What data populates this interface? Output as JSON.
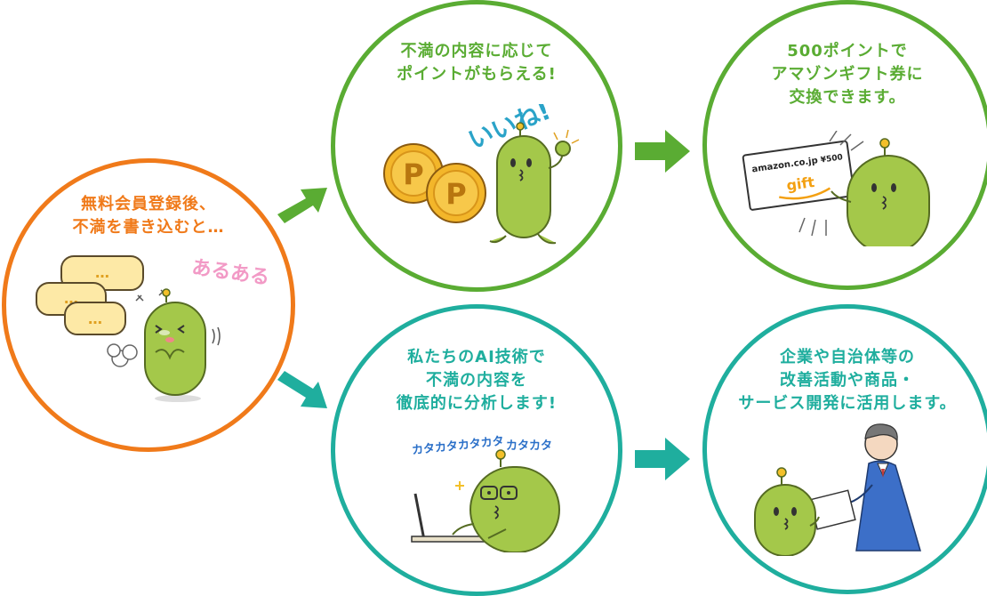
{
  "colors": {
    "orange": "#f07a1a",
    "green": "#5aac33",
    "teal": "#1fae9e",
    "mascot": "#a4c84a",
    "coin": "#f3b62a"
  },
  "steps": {
    "register": {
      "lines": [
        "無料会員登録後、",
        "不満を書き込むと…"
      ],
      "bubble_text": "…",
      "exclaim": "あるある"
    },
    "points": {
      "lines": [
        "不満の内容に応じて",
        "ポイントがもらえる!"
      ],
      "coin_letter": "P",
      "exclaim": "いいね!"
    },
    "gift": {
      "lines": [
        "500ポイントで",
        "アマゾンギフト券に",
        "交換できます。"
      ],
      "card_brand": "amazon.co.jp",
      "card_value": "¥500",
      "card_word": "gift"
    },
    "analysis": {
      "lines": [
        "私たちのAI技術で",
        "不満の内容を",
        "徹底的に分析します!"
      ],
      "sound_left": "カタカタカタカタ",
      "sound_right": "カタカタ"
    },
    "use": {
      "lines": [
        "企業や自治体等の",
        "改善活動や商品・",
        "サービス開発に活用します。"
      ]
    }
  }
}
